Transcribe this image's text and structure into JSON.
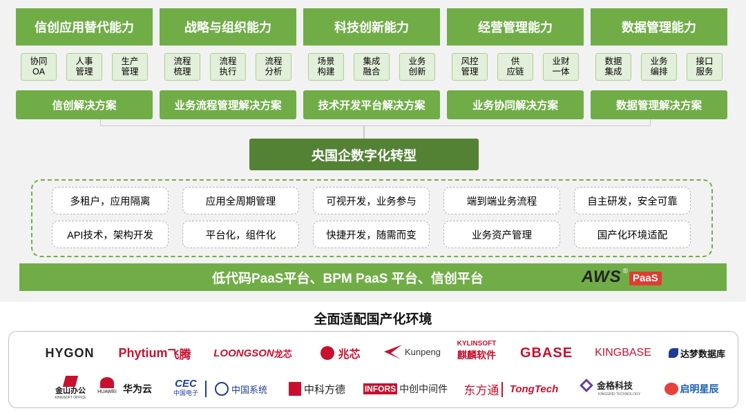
{
  "columns": [
    {
      "title": "信创应用替代能力",
      "caps": [
        "协同\nOA",
        "人事\n管理",
        "生产\n管理"
      ],
      "solution": "信创解决方案"
    },
    {
      "title": "战略与组织能力",
      "caps": [
        "流程\n梳理",
        "流程\n执行",
        "流程\n分析"
      ],
      "solution": "业务流程管理解决方案"
    },
    {
      "title": "科技创新能力",
      "caps": [
        "场景\n构建",
        "集成\n融合",
        "业务\n创新"
      ],
      "solution": "技术开发平台解决方案"
    },
    {
      "title": "经营管理能力",
      "caps": [
        "风控\n管理",
        "供\n应链",
        "业财\n一体"
      ],
      "solution": "业务协同解决方案"
    },
    {
      "title": "数据管理能力",
      "caps": [
        "数据\n集成",
        "业务\n编排",
        "接口\n服务"
      ],
      "solution": "数据管理解决方案"
    }
  ],
  "center_title": "央国企数字化转型",
  "features": [
    [
      "多租户，应用隔离",
      "应用全周期管理",
      "可视开发，业务参与",
      "端到端业务流程",
      "自主研发，安全可靠"
    ],
    [
      "API技术，架构开发",
      "平台化，组件化",
      "快捷开发，随需而变",
      "业务资产管理",
      "国产化环境适配"
    ]
  ],
  "platform_bar": "低代码PaaS平台、BPM PaaS 平台、信创平台",
  "aws_logo": {
    "main": "AWS",
    "reg": "®",
    "tag": "PaaS"
  },
  "section_title": "全面适配国产化环境",
  "partner_logos": {
    "hygon": "HYGON",
    "phytium": "Phytium",
    "phytium_cn": "飞腾",
    "loongson": "LOONGSON",
    "loongson_cn": "龙芯",
    "zhaoxin": "兆芯",
    "kunpeng": "Kunpeng",
    "kylin": "KYLINSOFT",
    "kylin_cn": "麒麟软件",
    "gbase": "GBASE",
    "kingbase": "KINGBASE",
    "dameng": "达梦数据库",
    "wps": "金山办公",
    "wps_en": "KINGSOFT OFFICE",
    "huawei_cloud": "华为云",
    "huawei": "HUAWEI",
    "cec": "CEC",
    "cec_cn": "中国电子",
    "cnsys": "中国系统",
    "zkfd": "中科方德",
    "infors": "INFORS",
    "infors_cn": "中创中间件",
    "dfto": "东方通",
    "tongtech": "TongTech",
    "kinggrid": "金格科技",
    "kinggrid_en": "KINGGRID TECHNOLOGY",
    "qiming": "启明星辰"
  },
  "colors": {
    "green": "#70ad47",
    "dark_green": "#548235",
    "light_green": "#e2efda",
    "red": "#e03c31",
    "navy": "#1f3a93"
  }
}
